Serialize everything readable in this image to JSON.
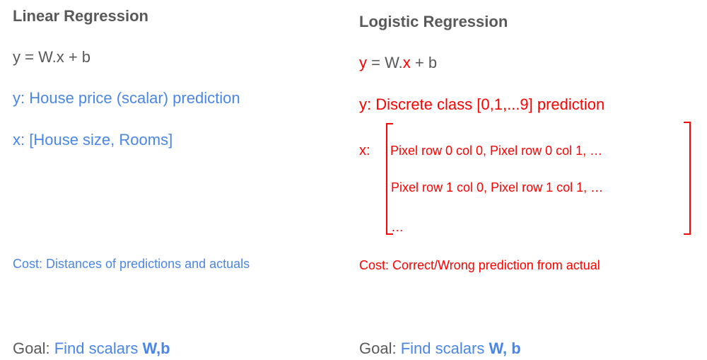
{
  "left": {
    "title": "Linear Regression",
    "equation": "y = W.x + b",
    "y_desc": "y: House price (scalar) prediction",
    "x_desc": "x: [House size, Rooms]",
    "cost": "Cost: Distances of predictions and actuals",
    "goal_label": "Goal:",
    "goal_text": "Find scalars",
    "goal_bold": "W,b"
  },
  "right": {
    "title": "Logistic Regression",
    "eq_y": "y",
    "eq_mid": " = W.",
    "eq_x": "x",
    "eq_end": " + b",
    "y_desc": "y: Discrete class [0,1,...9] prediction",
    "x_label": "x:",
    "x_rows": [
      "Pixel row 0 col 0, Pixel row 0 col 1, …",
      "Pixel row 1 col 0, Pixel row 1 col 1, …",
      "…"
    ],
    "cost": "Cost: Correct/Wrong prediction from actual",
    "goal_label": "Goal:",
    "goal_text": "Find scalars",
    "goal_bold": "W, b"
  },
  "colors": {
    "gray": "#595959",
    "blue": "#4a86e8",
    "red": "#ff0000"
  }
}
